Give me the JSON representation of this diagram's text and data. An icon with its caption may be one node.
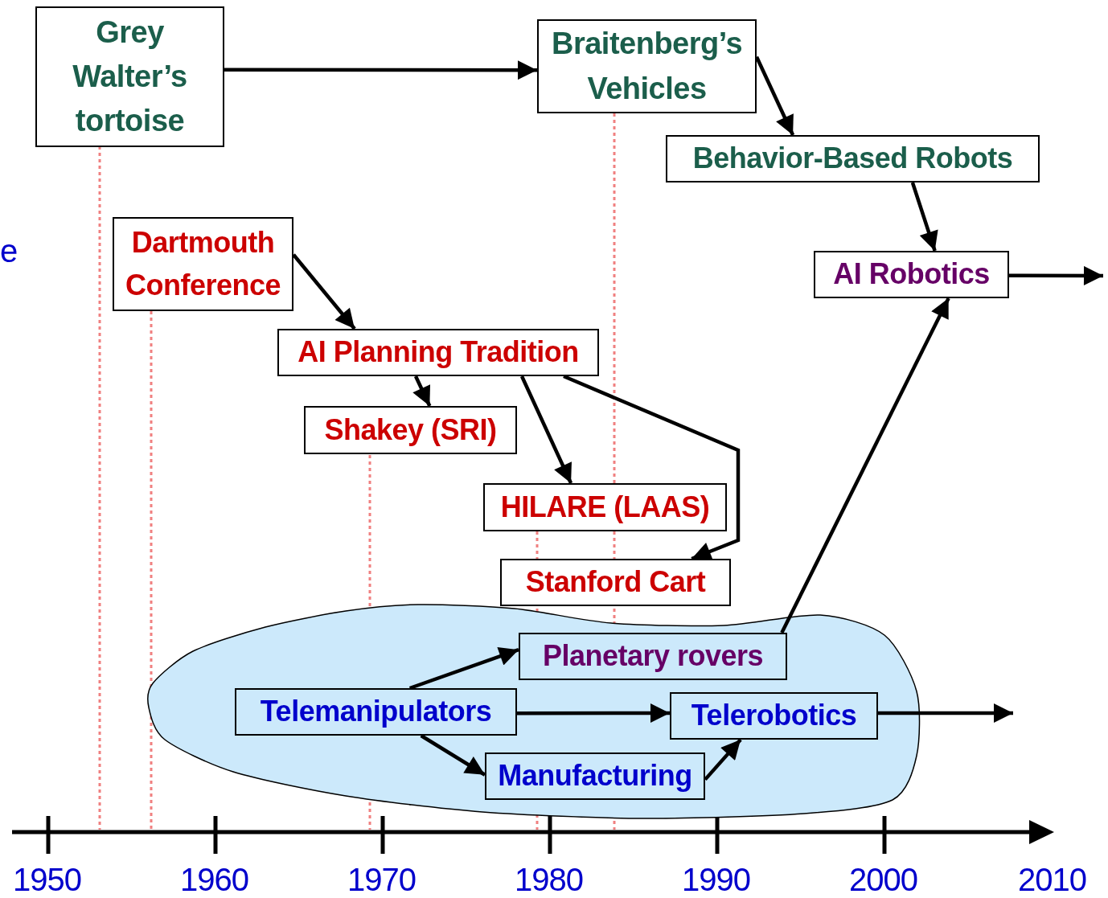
{
  "diagram": {
    "nodes": [
      {
        "text": [
          "Grey Walter’s tortoise"
        ]
      },
      {
        "text": [
          "Braitenberg’s Vehicles"
        ]
      },
      {
        "text": [
          "Behavior-Based Robots"
        ]
      },
      {
        "text": [
          "AI Robotics"
        ]
      },
      {
        "text": [
          "Dartmouth Conference"
        ]
      },
      {
        "text": [
          "AI Planning Tradition"
        ]
      },
      {
        "text": [
          "Shakey (SRI)"
        ]
      },
      {
        "text": [
          "HILARE (LAAS)"
        ]
      },
      {
        "text": [
          "Stanford Cart"
        ]
      },
      {
        "text": [],
        "shape": "cloud"
      },
      {
        "text": [
          "Planetary rovers"
        ],
        "in": 9
      },
      {
        "text": [
          "Telemanipulators"
        ],
        "in": 9
      },
      {
        "text": [
          "Telerobotics"
        ],
        "in": 9
      },
      {
        "text": [
          "Manufacturing"
        ],
        "in": 9
      }
    ],
    "edges": [
      {
        "from": 0,
        "to": 1,
        "arrow": "to"
      },
      {
        "from": 1,
        "to": 2,
        "arrow": "to"
      },
      {
        "from": 2,
        "to": 3,
        "arrow": "to"
      },
      {
        "from": 3,
        "to": null,
        "arrow": "to"
      },
      {
        "from": 4,
        "to": 5,
        "arrow": "to"
      },
      {
        "from": 5,
        "to": 6,
        "arrow": "to"
      },
      {
        "from": 5,
        "to": 7,
        "arrow": "to"
      },
      {
        "from": 5,
        "to": 8,
        "arrow": "to"
      },
      {
        "from": 11,
        "to": 10,
        "arrow": "to"
      },
      {
        "from": 11,
        "to": 12,
        "arrow": "to"
      },
      {
        "from": 11,
        "to": 13,
        "arrow": "to"
      },
      {
        "from": 13,
        "to": 12,
        "arrow": "to"
      },
      {
        "from": 12,
        "to": null,
        "arrow": "to"
      },
      {
        "from": 10,
        "to": 3,
        "arrow": "to"
      }
    ],
    "labels": [
      "e",
      "1950",
      "1960",
      "1970",
      "1980",
      "1990",
      "2000",
      "2010"
    ]
  }
}
